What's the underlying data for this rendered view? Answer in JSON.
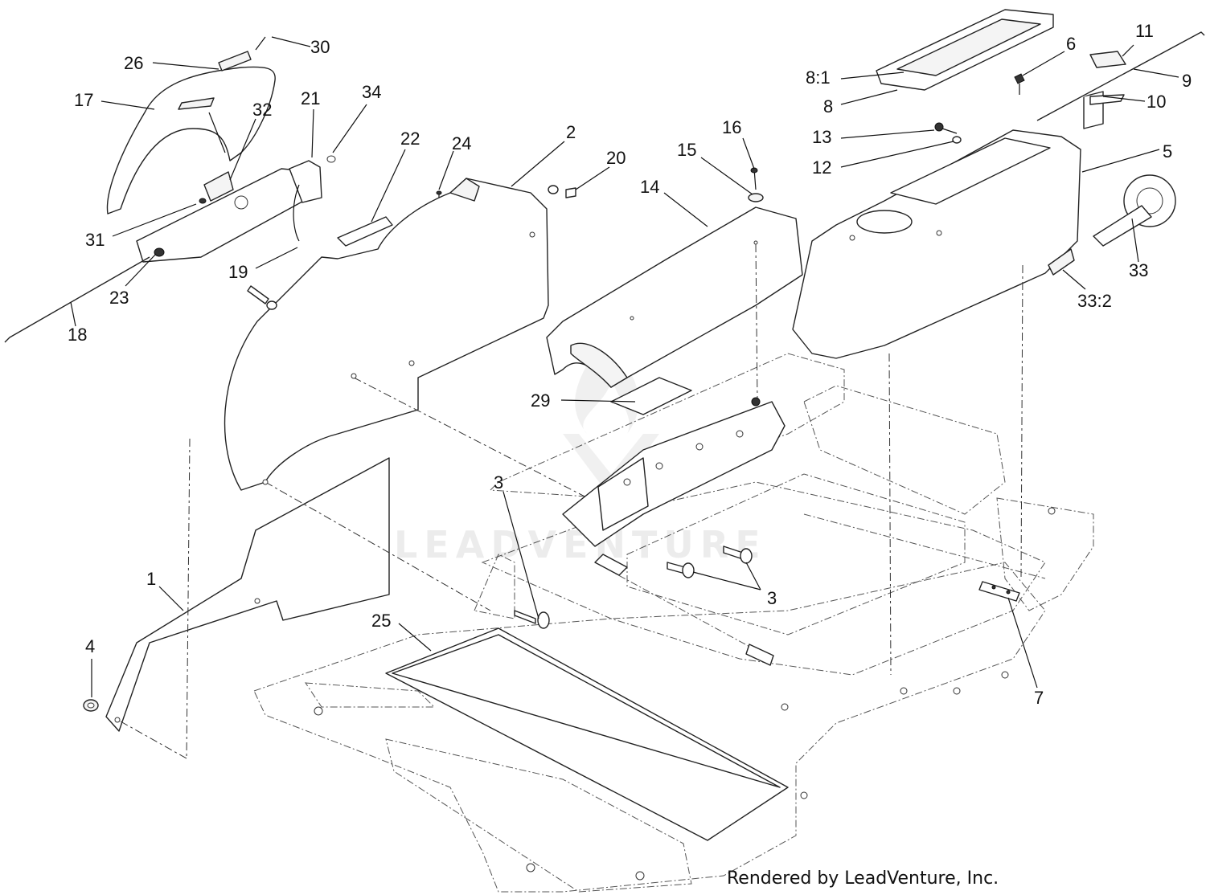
{
  "callouts": {
    "c1": "1",
    "c2": "2",
    "c3a": "3",
    "c3b": "3",
    "c4": "4",
    "c5": "5",
    "c6": "6",
    "c7": "7",
    "c8": "8",
    "c8_1": "8:1",
    "c9": "9",
    "c10": "10",
    "c11": "11",
    "c12": "12",
    "c13": "13",
    "c14": "14",
    "c15": "15",
    "c16": "16",
    "c17": "17",
    "c18": "18",
    "c19": "19",
    "c20": "20",
    "c21": "21",
    "c22": "22",
    "c23": "23",
    "c24": "24",
    "c25": "25",
    "c26": "26",
    "c29": "29",
    "c30": "30",
    "c31": "31",
    "c32": "32",
    "c33": "33",
    "c33_2": "33:2",
    "c34": "34"
  },
  "watermark": {
    "text": "LEADVENTURE",
    "logo": "leadventure-flame-logo"
  },
  "footer": {
    "credit": "Rendered by LeadVenture, Inc."
  }
}
